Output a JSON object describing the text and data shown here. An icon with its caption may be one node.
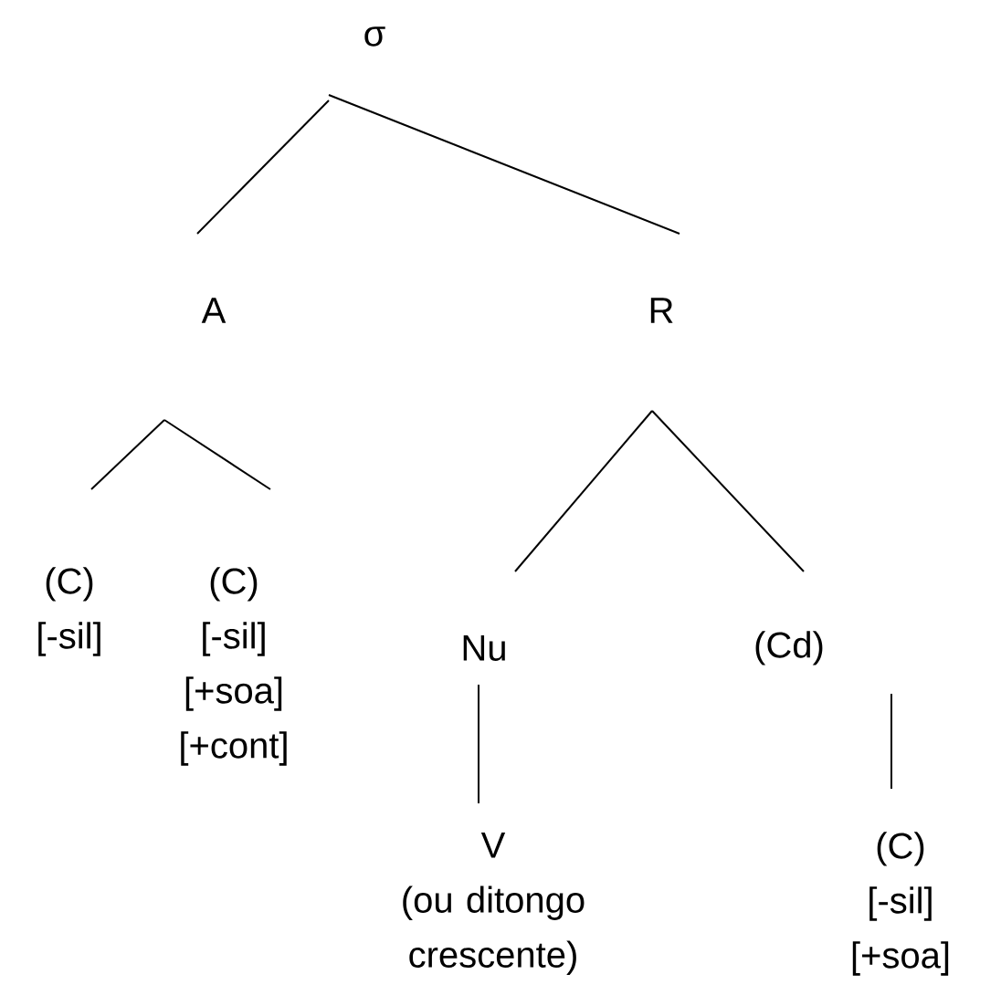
{
  "diagram": {
    "nodes": [
      {
        "text": [
          "σ"
        ]
      },
      {
        "text": [
          "A"
        ]
      },
      {
        "text": [
          "R"
        ]
      },
      {
        "text": [
          "(C)",
          "[-sil]"
        ]
      },
      {
        "text": [
          "(C)",
          "[-sil]",
          "[+soa]",
          "[+cont]"
        ]
      },
      {
        "text": [
          "Nu"
        ]
      },
      {
        "text": [
          "(Cd)"
        ]
      },
      {
        "text": [
          "V",
          "(ou ditongo crescente)"
        ]
      },
      {
        "text": [
          "(C)",
          "[-sil]",
          "[+soa]"
        ]
      }
    ],
    "edges": [
      {
        "from": 0,
        "to": 1,
        "arrow": "none"
      },
      {
        "from": 0,
        "to": 2,
        "arrow": "none"
      },
      {
        "from": 1,
        "to": 3,
        "arrow": "none"
      },
      {
        "from": 1,
        "to": 4,
        "arrow": "none"
      },
      {
        "from": 2,
        "to": 5,
        "arrow": "none"
      },
      {
        "from": 2,
        "to": 6,
        "arrow": "none"
      },
      {
        "from": 5,
        "to": 7,
        "arrow": "none"
      },
      {
        "from": 6,
        "to": 8,
        "arrow": "none"
      }
    ]
  }
}
